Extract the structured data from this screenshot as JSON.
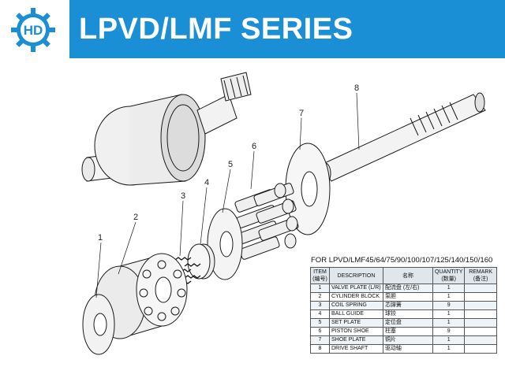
{
  "header": {
    "logo_letters": "HD",
    "title": "LPVD/LMF SERIES",
    "brand_color": "#1b8fd6"
  },
  "callouts": [
    "1",
    "2",
    "3",
    "4",
    "5",
    "6",
    "7",
    "8"
  ],
  "parts_table": {
    "heading": "FOR LPVD/LMF45/64/75/90/100/107/125/140/150/160",
    "columns": [
      {
        "line1": "ITEM",
        "line2": "(编号)"
      },
      {
        "line1": "DESCRIPTION",
        "line2": ""
      },
      {
        "line1": "名称",
        "line2": ""
      },
      {
        "line1": "QUANTITY",
        "line2": "(数量)"
      },
      {
        "line1": "REMARK",
        "line2": "(备注)"
      }
    ],
    "rows": [
      {
        "item": "1",
        "description": "VALVE PLATE (L/R)",
        "name_cn": "配流盘 (左/右)",
        "quantity": "1",
        "remark": ""
      },
      {
        "item": "2",
        "description": "CYLINDER BLOCK",
        "name_cn": "泵胆",
        "quantity": "1",
        "remark": ""
      },
      {
        "item": "3",
        "description": "COIL SPRING",
        "name_cn": "芯弹簧",
        "quantity": "9",
        "remark": ""
      },
      {
        "item": "4",
        "description": "BALL GUIDE",
        "name_cn": "球铰",
        "quantity": "1",
        "remark": ""
      },
      {
        "item": "5",
        "description": "SET PLATE",
        "name_cn": "定位盘",
        "quantity": "1",
        "remark": ""
      },
      {
        "item": "6",
        "description": "PISTON SHOE",
        "name_cn": "柱塞",
        "quantity": "9",
        "remark": ""
      },
      {
        "item": "7",
        "description": "SHOE PLATE",
        "name_cn": "铜片",
        "quantity": "1",
        "remark": ""
      },
      {
        "item": "8",
        "description": "DRIVE SHAFT",
        "name_cn": "驱动轴",
        "quantity": "1",
        "remark": ""
      }
    ]
  }
}
